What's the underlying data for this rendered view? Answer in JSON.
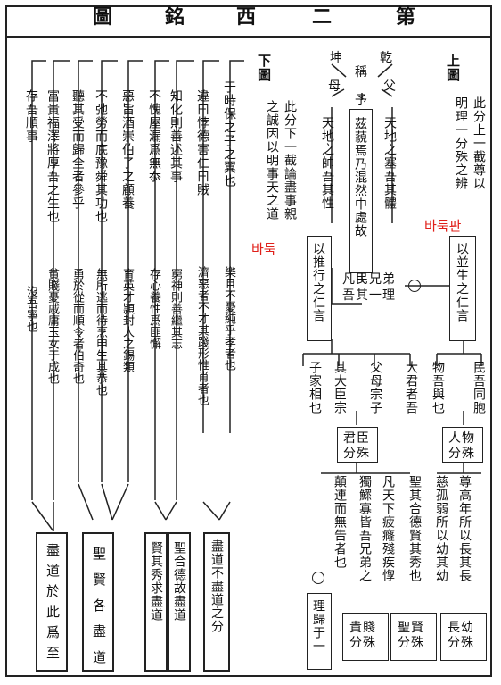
{
  "title": [
    "第",
    "二",
    "西",
    "銘",
    "圖"
  ],
  "left": {
    "header": "下圖",
    "intro_a": "此分下一截論盡事親",
    "intro_b": "之誠因以明事天之道",
    "watermark": "바둑",
    "columns": [
      "于時保之子之翼也",
      "違曰悖德害仁曰賊",
      "知化則善述其事",
      "不愧屋漏爲無忝",
      "惡旨酒崇伯子之顧養",
      "不弛勞而底豫舜其功也",
      "聽其受而歸全者參乎",
      "富貴福澤將厚吾之生也",
      "存吾順事"
    ],
    "columns_lower": [
      "樂且不憂純乎孝者也",
      "濟惡者不才其踐形惟肖者也",
      "窮神則善繼其志",
      "存心養性爲匪懈",
      "育英才頴封人之錫類",
      "無所逃而待烹申生其恭也",
      "勇於從而順令者伯奇也",
      "貧賤憂戚庸玉女于成也",
      "沒吾寧也"
    ],
    "boxes": [
      "盡道不盡道之分",
      "聖合德故盡道",
      "賢其秀求盡道",
      "聖賢各盡道",
      "盡道於此爲至"
    ]
  },
  "right": {
    "header": "上圖",
    "intro_a": "此分上一截尊以",
    "intro_b": "明理一分殊之辨",
    "watermark": "바둑판",
    "qian": "乾",
    "kun": "坤",
    "cheng": "稱",
    "fu": "父",
    "mu": "母",
    "yu": "予",
    "zicol": "茲藐焉乃混然中處故",
    "tiandi_ti": "天地之塞吾其體",
    "tiandi_shuai": "天地之帥吾其性",
    "yitui": "以推行之仁言",
    "yibing": "以並生之仁言",
    "fanmin_a": "凡民兄弟",
    "fanmin_b": "吾其一理",
    "wu_yu": "物吾與也",
    "min_tong": "民吾同胞",
    "daju": "大君者吾",
    "fumu": "父母宗子",
    "qida": "其大臣宗",
    "zijia": "子家相也",
    "fenshu_junchen": "君臣分殊",
    "fenshu_renwu": "人物分殊",
    "zungao": "尊高年所以長其長",
    "cigu": "慈孤弱所以幼其幼",
    "sheng": "聖其合德賢其秀也",
    "fantian": "凡天下疲癃殘疾惸",
    "dugu": "獨鰥寡皆吾兄弟之",
    "dianlian": "顛連而無告者也",
    "ligui": "理歸于一",
    "fenshu_changyou": "長幼分殊",
    "fenshu_shengxian": "聖賢分殊",
    "fenshu_guijian": "貴賤分殊"
  }
}
